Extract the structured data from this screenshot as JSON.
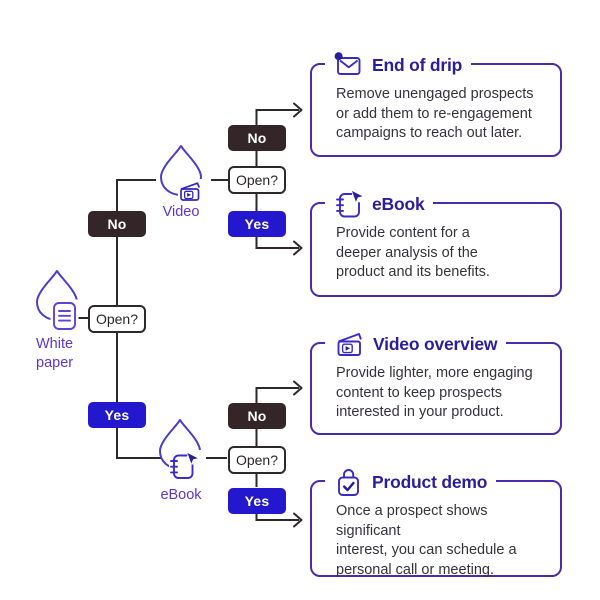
{
  "diagram": {
    "decision_label": "Open?",
    "no_label": "No",
    "yes_label": "Yes",
    "root": {
      "label": "White paper",
      "icon": "whitepaper-droplet-icon"
    },
    "branches": [
      {
        "label": "Video",
        "icon": "video-droplet-icon"
      },
      {
        "label": "eBook",
        "icon": "ebook-droplet-icon"
      }
    ]
  },
  "cards": [
    {
      "title": "End of drip",
      "icon": "envelope-notification-icon",
      "body_lines": [
        "Remove unengaged prospects",
        "or add them to re-engagement",
        "campaigns to reach out later."
      ]
    },
    {
      "title": "eBook",
      "icon": "ebook-cursor-icon",
      "body_lines": [
        "Provide content for a",
        "deeper analysis of the",
        "product and its benefits."
      ]
    },
    {
      "title": "Video overview",
      "icon": "clapperboard-play-icon",
      "body_lines": [
        "Provide lighter, more engaging",
        "content to keep prospects",
        "interested in your product."
      ]
    },
    {
      "title": "Product demo",
      "icon": "bag-check-icon",
      "body_lines": [
        "Once a prospect shows significant",
        "interest, you can schedule a",
        "personal call or meeting."
      ]
    }
  ],
  "colors": {
    "card_border": "#4a2bae",
    "card_title": "#2b1e9b",
    "body_text": "#36323c",
    "connector_line": "#2e282b",
    "no_tag_bg": "#342628",
    "yes_tag_bg": "#2318cd",
    "flow_label": "#5e35cf",
    "droplet_stroke": "#4a3ccd",
    "icon_stroke": "#3a2bc8"
  }
}
